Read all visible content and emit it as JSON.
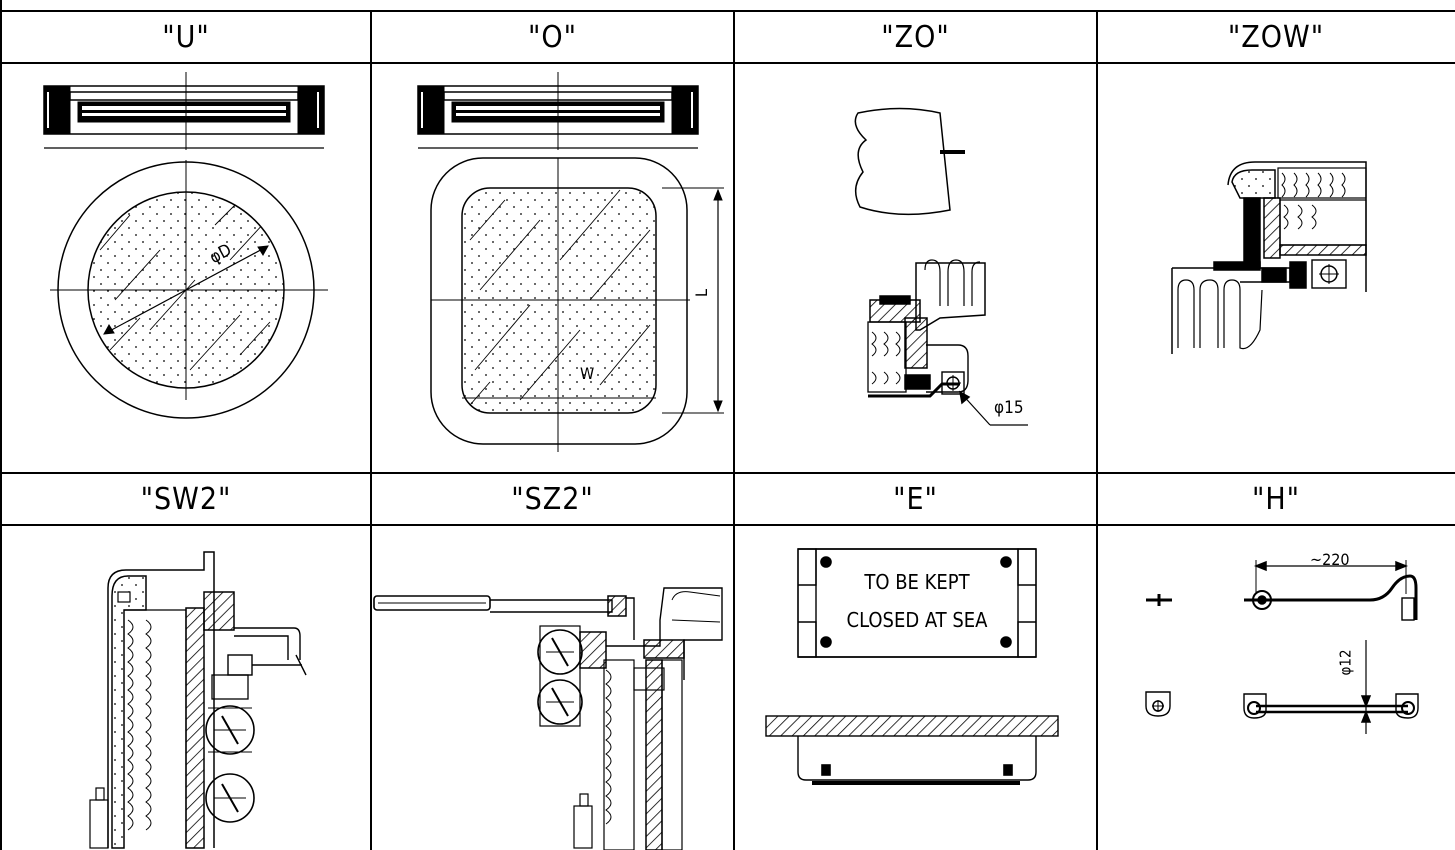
{
  "headers": {
    "u": "\"U\"",
    "o": "\"O\"",
    "zo": "\"ZO\"",
    "zow": "\"ZOW\"",
    "sw2": "\"SW2\"",
    "sz2": "\"SZ2\"",
    "e": "\"E\"",
    "h": "\"H\""
  },
  "dimensions": {
    "round_diameter": "φD",
    "width": "W",
    "length": "L",
    "hole_diameter": "φ15",
    "handle_length": "~220",
    "handle_diameter": "φ12"
  },
  "plate": {
    "line1": "TO BE KEPT",
    "line2": "CLOSED AT SEA"
  }
}
